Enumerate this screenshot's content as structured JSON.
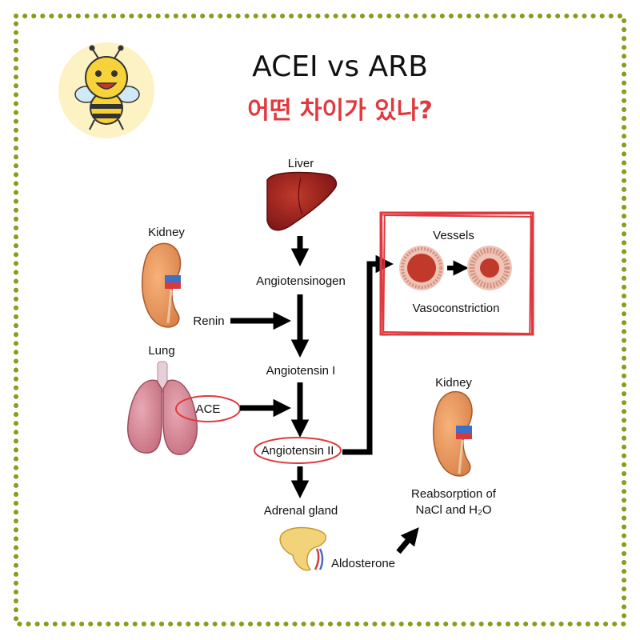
{
  "title": {
    "english": "ACEI vs ARB",
    "korean": "어떤 차이가 있나?"
  },
  "labels": {
    "liver": "Liver",
    "kidney_left": "Kidney",
    "lung": "Lung",
    "renin": "Renin",
    "ace": "ACE",
    "angiotensinogen": "Angiotensinogen",
    "angiotensin_1": "Angiotensin I",
    "angiotensin_2": "Angiotensin II",
    "adrenal_gland": "Adrenal gland",
    "aldosterone": "Aldosterone",
    "vessels": "Vessels",
    "vasoconstriction": "Vasoconstriction",
    "kidney_right": "Kidney",
    "reabsorption_line1": "Reabsorption of",
    "reabsorption_line2": "NaCl and H₂O"
  },
  "icons": {
    "mascot": "bee-mascot-icon",
    "liver": "liver-icon",
    "kidney": "kidney-icon",
    "lung": "lungs-icon",
    "adrenal": "adrenal-gland-icon",
    "vessel": "blood-vessel-icon"
  },
  "colors": {
    "border_dots": "#8a9a1a",
    "highlight_red": "#e0393e",
    "korean_title": "#e0393e",
    "arrow": "#000000",
    "mascot_bg": "#fdf2c4"
  }
}
